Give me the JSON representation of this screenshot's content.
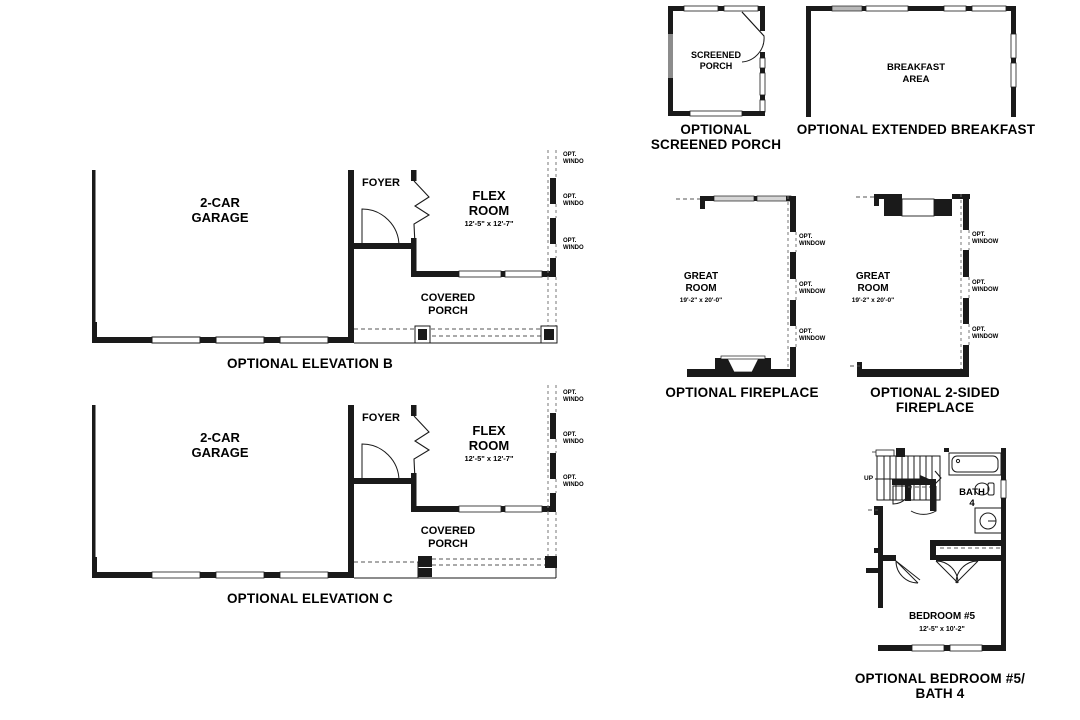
{
  "sheet": {
    "background_color": "#ffffff",
    "line_color": "#000000",
    "wall_color": "#1a1a1a"
  },
  "plans": {
    "elevation_b": {
      "caption": "OPTIONAL ELEVATION B",
      "rooms": {
        "garage": {
          "label": "2-CAR\nGARAGE"
        },
        "foyer": {
          "label": "FOYER"
        },
        "flex_room": {
          "label": "FLEX\nROOM",
          "dimensions": "12'-5\" x 12'-7\""
        },
        "covered_porch": {
          "label": "COVERED\nPORCH"
        }
      },
      "opt_windows": [
        {
          "label": "OPT.\nWINDO"
        },
        {
          "label": "OPT.\nWINDO"
        },
        {
          "label": "OPT.\nWINDO"
        }
      ]
    },
    "elevation_c": {
      "caption": "OPTIONAL ELEVATION C",
      "rooms": {
        "garage": {
          "label": "2-CAR\nGARAGE"
        },
        "foyer": {
          "label": "FOYER"
        },
        "flex_room": {
          "label": "FLEX\nROOM",
          "dimensions": "12'-5\" x 12'-7\""
        },
        "covered_porch": {
          "label": "COVERED\nPORCH"
        }
      },
      "opt_windows": [
        {
          "label": "OPT.\nWINDO"
        },
        {
          "label": "OPT.\nWINDO"
        },
        {
          "label": "OPT.\nWINDO"
        }
      ]
    },
    "screened_porch": {
      "caption": "OPTIONAL\nSCREENED PORCH",
      "rooms": {
        "porch": {
          "label": "SCREENED\nPORCH"
        }
      }
    },
    "extended_breakfast": {
      "caption": "OPTIONAL EXTENDED BREAKFAST",
      "rooms": {
        "breakfast": {
          "label": "BREAKFAST\nAREA"
        }
      }
    },
    "fireplace": {
      "caption": "OPTIONAL FIREPLACE",
      "rooms": {
        "great_room": {
          "label": "GREAT\nROOM",
          "dimensions": "19'-2\" x 20'-0\""
        }
      },
      "opt_windows": [
        {
          "label": "OPT.\nWINDOW"
        },
        {
          "label": "OPT.\nWINDOW"
        },
        {
          "label": "OPT.\nWINDOW"
        }
      ]
    },
    "two_sided_fireplace": {
      "caption": "OPTIONAL 2-SIDED\nFIREPLACE",
      "rooms": {
        "great_room": {
          "label": "GREAT\nROOM",
          "dimensions": "19'-2\" x 20'-0\""
        }
      },
      "opt_windows": [
        {
          "label": "OPT.\nWINDOW"
        },
        {
          "label": "OPT.\nWINDOW"
        },
        {
          "label": "OPT.\nWINDOW"
        }
      ]
    },
    "bedroom5_bath4": {
      "caption": "OPTIONAL BEDROOM #5/\nBATH 4",
      "rooms": {
        "bedroom5": {
          "label": "BEDROOM #5",
          "dimensions": "12'-5\" x 10'-2\""
        },
        "bath4": {
          "label": "BATH\n4"
        }
      },
      "annotations": {
        "stair_direction": "UP"
      }
    }
  }
}
